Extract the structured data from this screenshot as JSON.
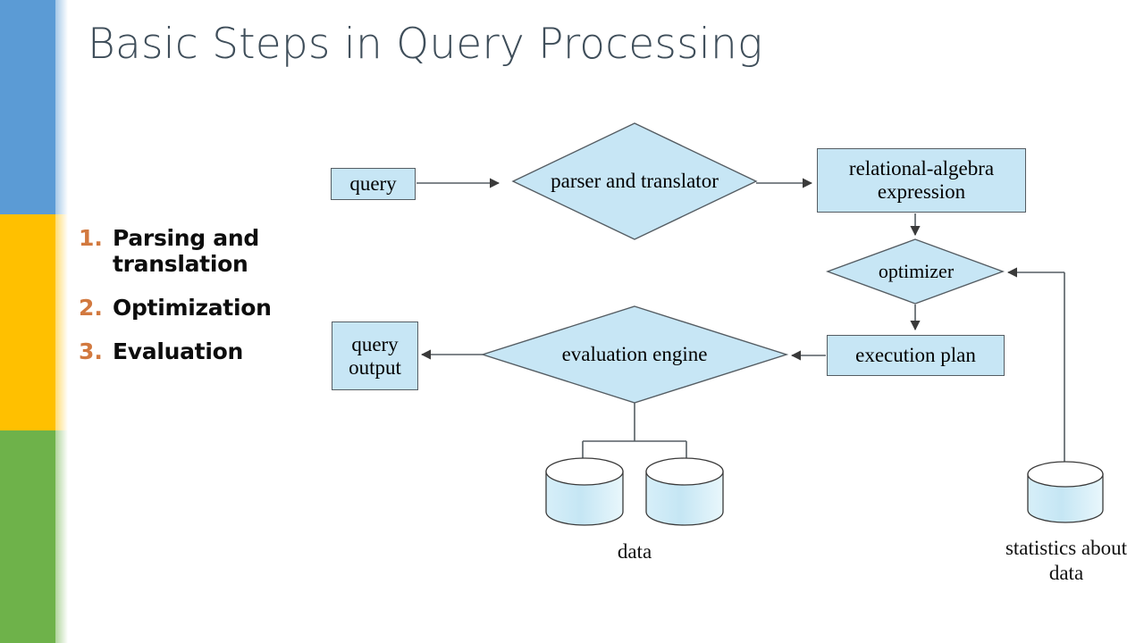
{
  "slide": {
    "title": "Basic Steps in Query Processing",
    "title_color": "#3F4E5A",
    "background": "#FFFFFF"
  },
  "rail": {
    "bands": [
      {
        "name": "blue",
        "color": "#5B9BD5"
      },
      {
        "name": "yellow",
        "color": "#FFC000"
      },
      {
        "name": "green",
        "color": "#6EB24A"
      }
    ]
  },
  "steps": {
    "number_color": "#D2793F",
    "items": [
      {
        "num": "1.",
        "label": "Parsing and translation"
      },
      {
        "num": "2.",
        "label": "Optimization"
      },
      {
        "num": "3.",
        "label": "Evaluation"
      }
    ]
  },
  "diagram": {
    "fill_color": "#C7E6F5",
    "stroke_color": "#555D63",
    "nodes": {
      "query": "query",
      "parser_translator": "parser and translator",
      "relational_algebra": "relational-algebra expression",
      "optimizer": "optimizer",
      "execution_plan": "execution plan",
      "evaluation_engine": "evaluation engine",
      "query_output": "query output"
    },
    "captions": {
      "data": "data",
      "statistics": "statistics about data"
    }
  }
}
